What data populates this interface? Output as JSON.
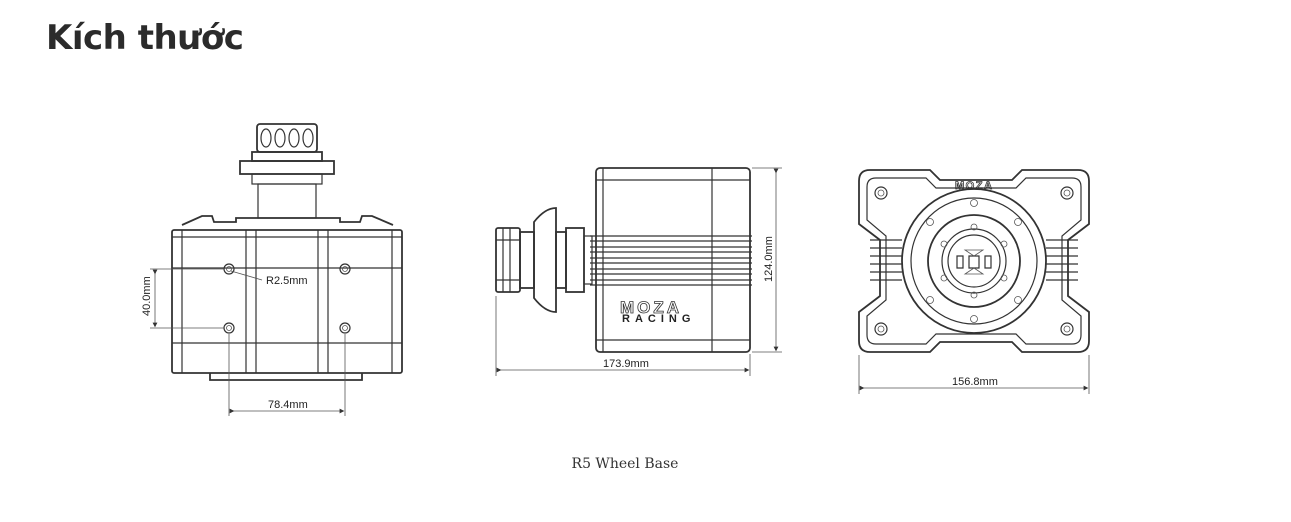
{
  "page": {
    "heading": "Kích thước"
  },
  "drawings": {
    "front": {
      "hole_radius_label": "R2.5mm",
      "height_label": "40.0mm",
      "width_label": "78.4mm"
    },
    "side": {
      "length_label": "173.9mm",
      "height_label": "124.0mm",
      "logo_text": "MOZA",
      "logo_subtext": "RACING"
    },
    "rear": {
      "width_label": "156.8mm",
      "logo_text": "MOZA"
    }
  },
  "caption": "R5 Wheel Base"
}
